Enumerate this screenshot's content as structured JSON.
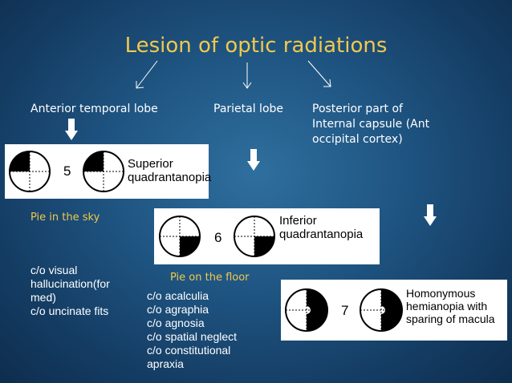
{
  "title": "Lesion of optic radiations",
  "headers": {
    "anterior": "Anterior temporal lobe",
    "parietal": "Parietal lobe",
    "posterior_line1": "Posterior part of",
    "posterior_line2": "Internal capsule (Ant",
    "posterior_line3": "occipital cortex)"
  },
  "panels": {
    "superior": {
      "number": "5",
      "label_line1": "Superior",
      "label_line2": "quadrantanopia"
    },
    "inferior": {
      "number": "6",
      "label_line1": "Inferior",
      "label_line2": "quadrantanopia"
    },
    "homonymous": {
      "number": "7",
      "label_line1": "Homonymous",
      "label_line2": "hemianopia with",
      "label_line3": "sparing of macula"
    }
  },
  "captions": {
    "sky": "Pie in the sky",
    "floor": "Pie on the floor"
  },
  "notes_temporal": [
    "c/o visual",
    "hallucination(for",
    "med)",
    "c/o uncinate fits"
  ],
  "notes_parietal": [
    "c/o acalculia",
    "c/o agraphia",
    "c/o agnosia",
    "c/o spatial neglect",
    "c/o constitutional",
    "apraxia"
  ],
  "colors": {
    "title": "#f2c94c",
    "background": "#1f5582",
    "text": "#ffffff"
  },
  "icons": [
    "thin-arrow-down-left-icon",
    "thin-arrow-down-icon",
    "thin-arrow-down-right-icon",
    "bold-arrow-down-icon"
  ]
}
